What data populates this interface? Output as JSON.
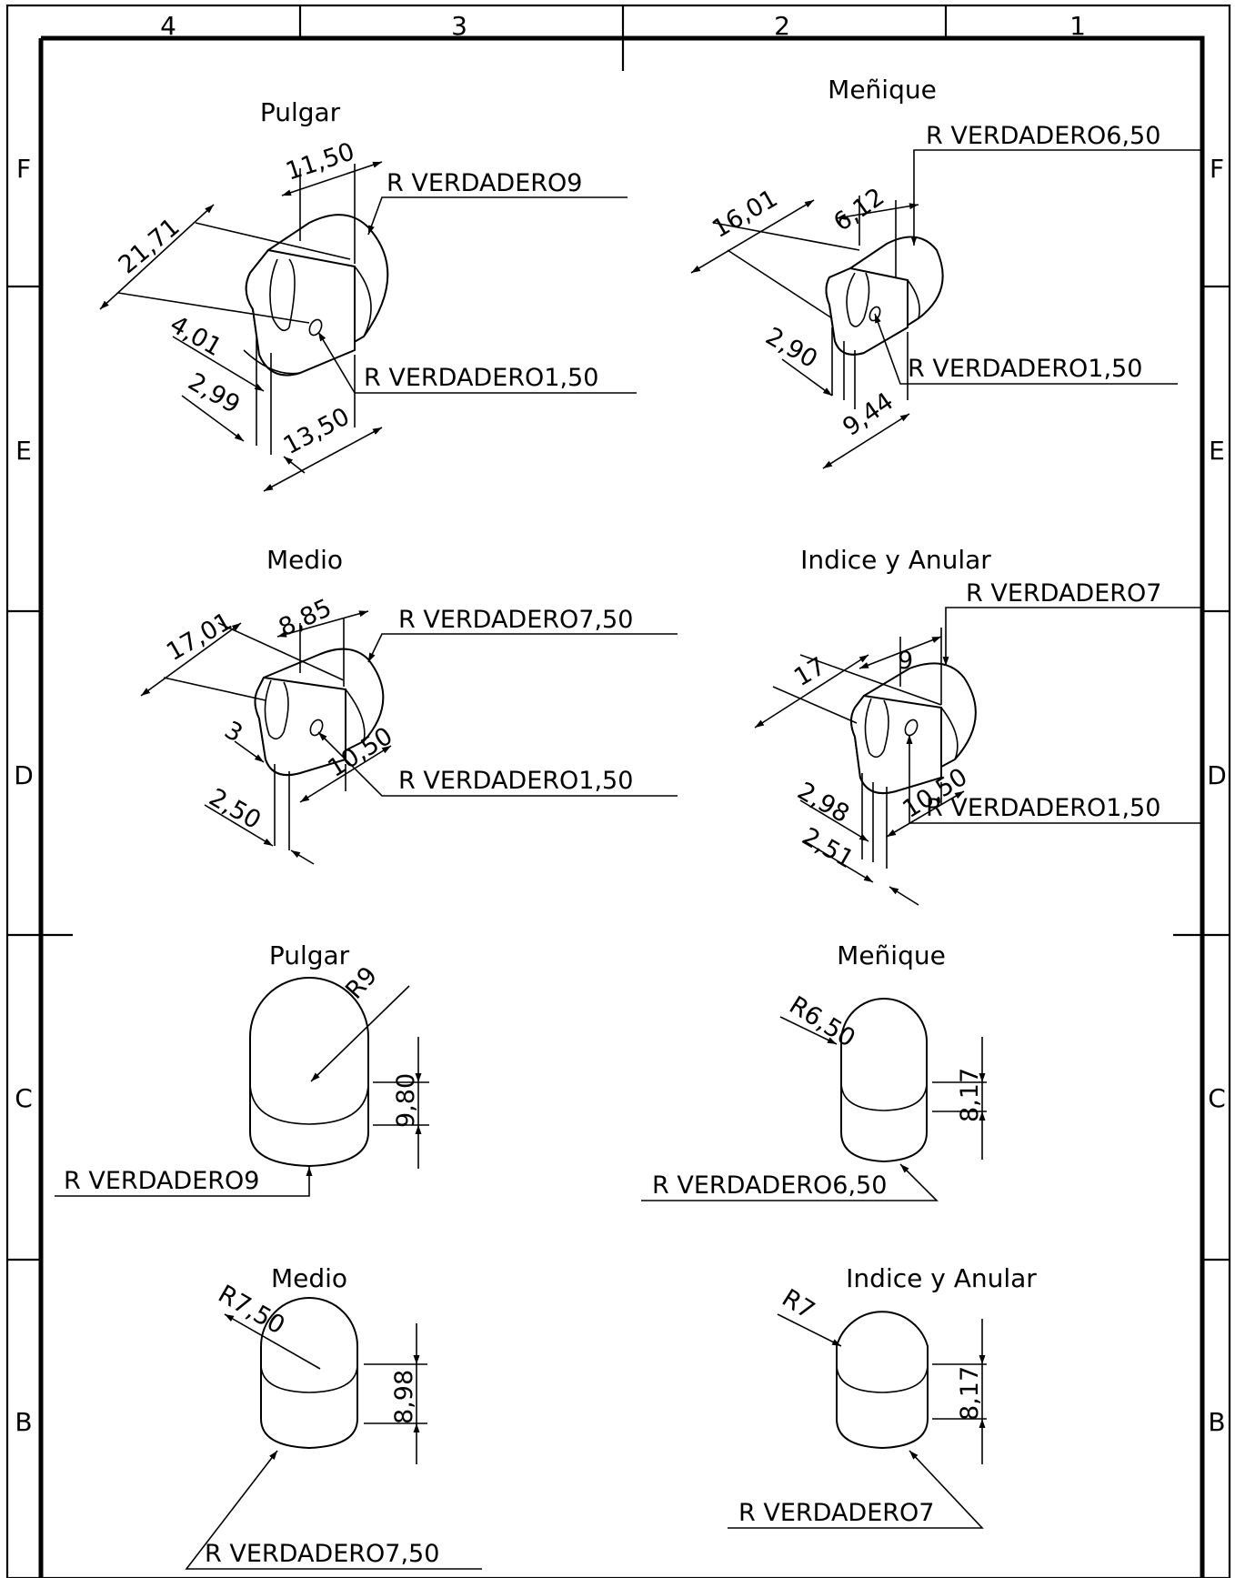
{
  "zones": {
    "columns": [
      "4",
      "3",
      "2",
      "1"
    ],
    "rows": [
      "F",
      "E",
      "D",
      "C",
      "B"
    ]
  },
  "colors": {
    "line": "#000000",
    "background": "#ffffff"
  },
  "views": {
    "iso_pulgar": {
      "title": "Pulgar",
      "dims": {
        "d1": "11,50",
        "d2": "21,71",
        "d3": "4,01",
        "d4": "2,99",
        "d5": "13,50"
      },
      "notes": {
        "n1": "R VERDADERO9",
        "n2": "R VERDADERO1,50"
      }
    },
    "iso_menique": {
      "title": "Meñique",
      "dims": {
        "d1": "16,01",
        "d2": "6,12",
        "d3": "2,90",
        "d4": "9,44"
      },
      "notes": {
        "n1": "R VERDADERO6,50",
        "n2": "R VERDADERO1,50"
      }
    },
    "iso_medio": {
      "title": "Medio",
      "dims": {
        "d1": "17,01",
        "d2": "8,85",
        "d3": "3",
        "d4": "10,50",
        "d5": "2,50"
      },
      "notes": {
        "n1": "R VERDADERO7,50",
        "n2": "R VERDADERO1,50"
      }
    },
    "iso_indice": {
      "title": "Indice y Anular",
      "dims": {
        "d1": "17",
        "d2": "9",
        "d3": "2,98",
        "d4": "10,50",
        "d5": "2,51"
      },
      "notes": {
        "n1": "R VERDADERO7",
        "n2": "R VERDADERO1,50"
      }
    },
    "side_pulgar": {
      "title": "Pulgar",
      "dims": {
        "radius": "R9",
        "height": "9,80"
      },
      "notes": {
        "n1": "R VERDADERO9"
      }
    },
    "side_menique": {
      "title": "Meñique",
      "dims": {
        "radius": "R6,50",
        "height": "8,17"
      },
      "notes": {
        "n1": "R VERDADERO6,50"
      }
    },
    "side_medio": {
      "title": "Medio",
      "dims": {
        "radius": "R7,50",
        "height": "8,98"
      },
      "notes": {
        "n1": "R VERDADERO7,50"
      }
    },
    "side_indice": {
      "title": "Indice y Anular",
      "dims": {
        "radius": "R7",
        "height": "8,17"
      },
      "notes": {
        "n1": "R VERDADERO7"
      }
    }
  }
}
